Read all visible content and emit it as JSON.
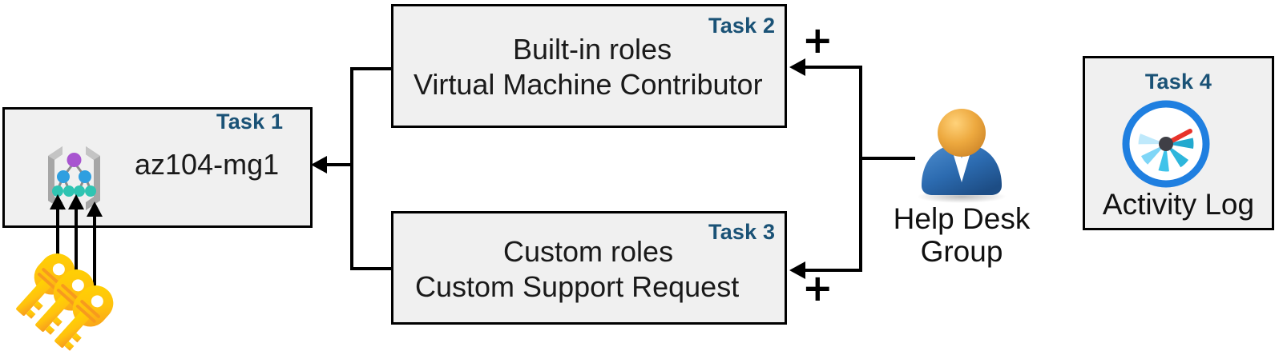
{
  "diagram": {
    "title": "Azure RBAC task diagram",
    "accent_color": "#1a5276",
    "box_fill": "#f0f0f0",
    "box_border": "#000000"
  },
  "boxes": [
    {
      "id": "task1",
      "tag": "Task 1",
      "label": "az104-mg1",
      "icon": "management-group-icon"
    },
    {
      "id": "task2",
      "tag": "Task 2",
      "line1": "Built-in roles",
      "line2": "Virtual Machine Contributor"
    },
    {
      "id": "task3",
      "tag": "Task 3",
      "line1": "Custom roles",
      "line2": "Custom Support Request"
    },
    {
      "id": "task4",
      "tag": "Task 4",
      "label": "Activity Log",
      "icon": "activity-log-gauge-icon"
    }
  ],
  "actor": {
    "icon": "user-group-icon",
    "line1": "Help Desk",
    "line2": "Group"
  },
  "operators": [
    {
      "id": "plus-top",
      "symbol": "+"
    },
    {
      "id": "plus-bottom",
      "symbol": "+"
    }
  ],
  "keys": {
    "icon": "role-assignment-keys-icon",
    "count": 3
  },
  "colors": {
    "task_tag": "#1a5276",
    "mg_root_node": "#a855d0",
    "mg_mid_node": "#2f9fe0",
    "mg_leaf_node": "#2fc4b2",
    "mg_bracket": "#a6a6a6",
    "gauge_ring": "#1f7fe0",
    "gauge_needle": "#e8332a",
    "gauge_hub": "#3f3f46",
    "user_head": "#e8a33d",
    "user_body": "#2c6bb0",
    "key_body": "#ffc20e",
    "key_shade": "#f9a825"
  }
}
